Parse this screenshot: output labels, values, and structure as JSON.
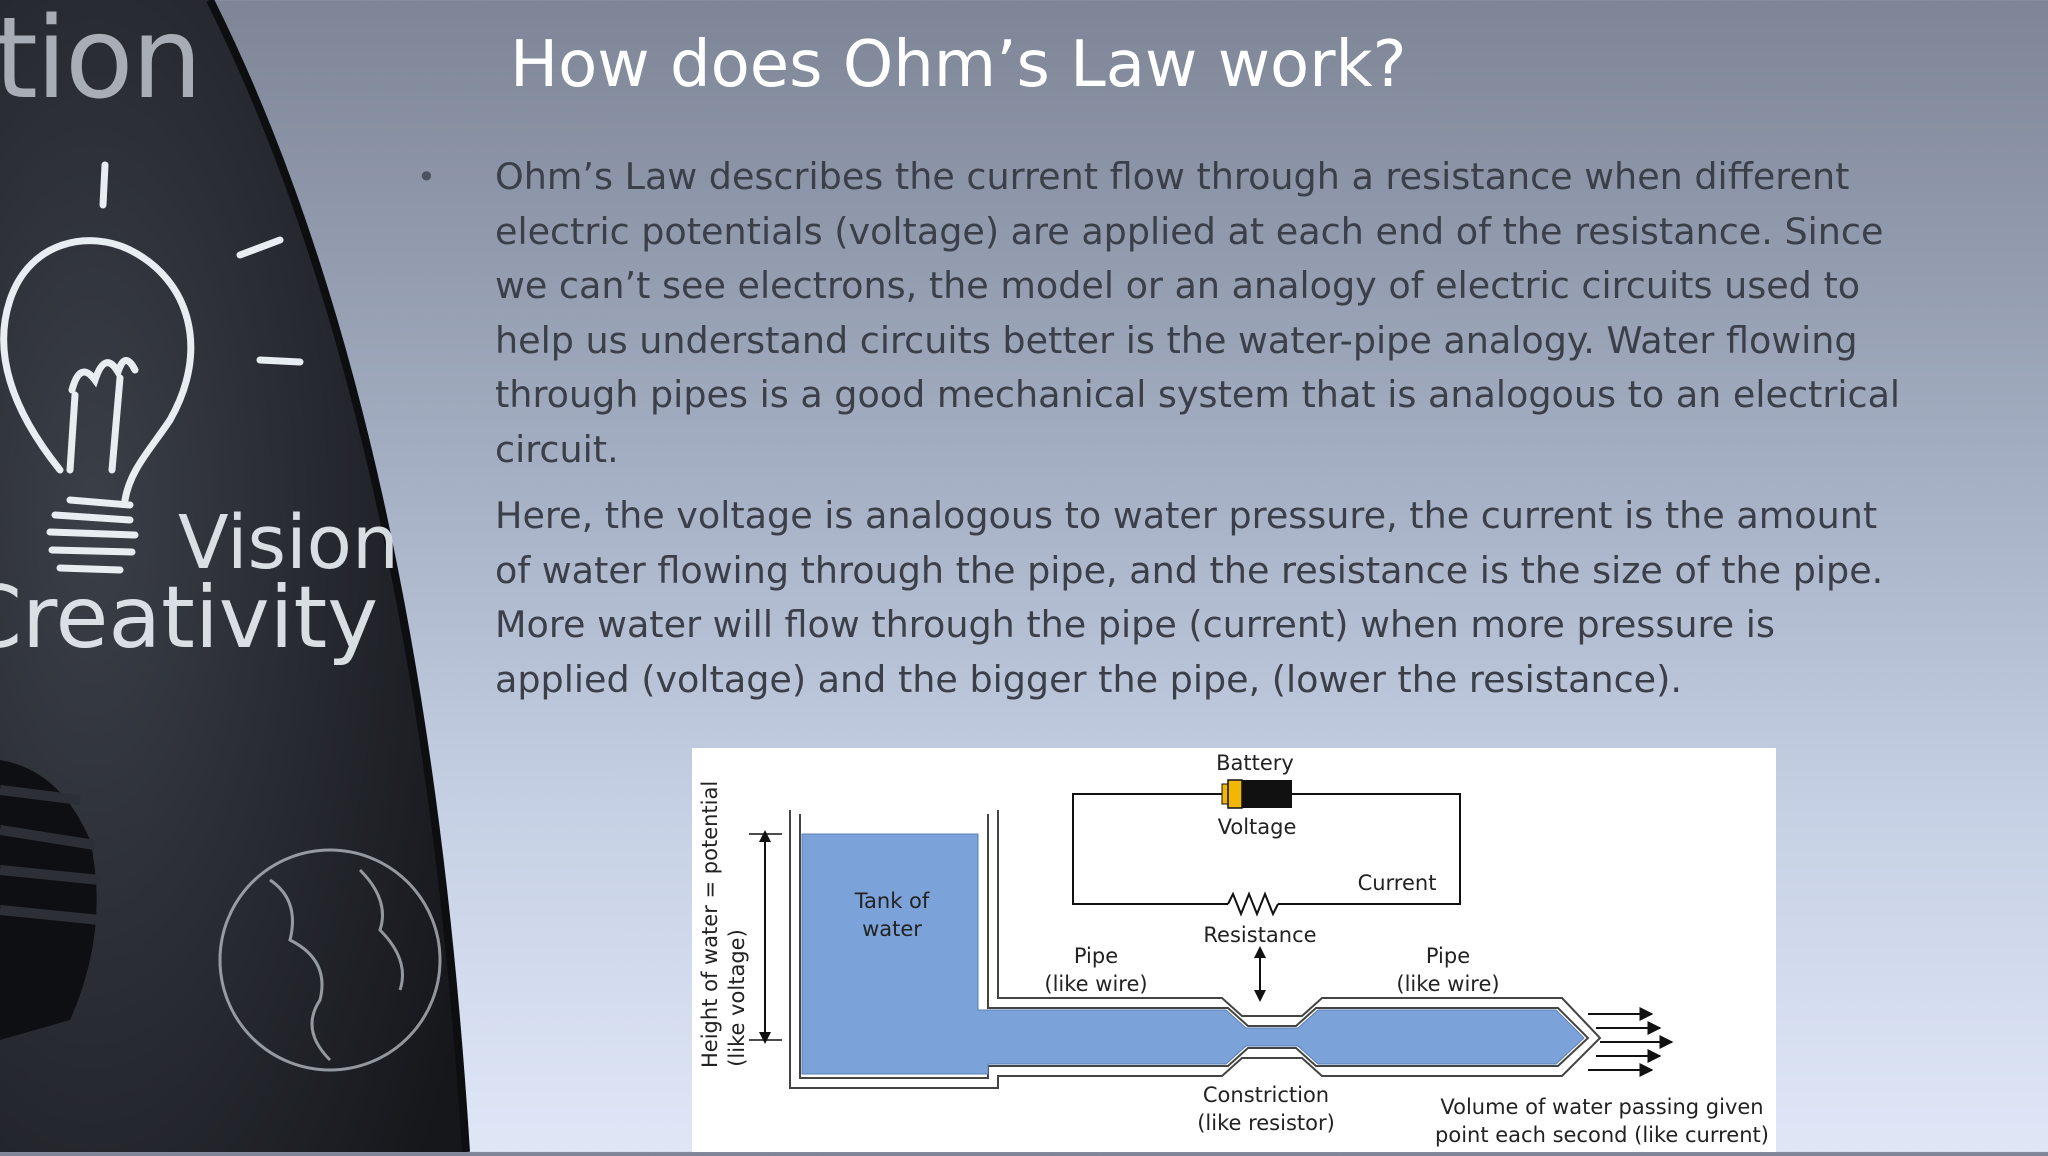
{
  "slide": {
    "title": "How does Ohm’s Law work?",
    "bullet_symbol": "•",
    "paragraph_1": " Ohm’s Law describes the current flow through a resistance when different electric potentials (voltage) are applied at each end of the resistance. Since we can’t see electrons, the model or an analogy of electric circuits used to help us understand circuits better is the water-pipe analogy. Water flowing through pipes is a good mechanical system that is analogous to an electrical circuit.",
    "paragraph_2": "Here, the voltage is analogous to water pressure, the current is the amount of water flowing through the pipe, and the resistance is the size of the pipe. More water will flow through the pipe (current) when more pressure is applied (voltage) and the bigger the pipe, (lower the resistance)."
  },
  "decoration": {
    "tion": "tion",
    "vision": "Vision",
    "creativity": "Creativity"
  },
  "diagram": {
    "height_label_1": "Height of water = potential",
    "height_label_2": "(like voltage)",
    "tank_label_1": "Tank of",
    "tank_label_2": "water",
    "battery_label": "Battery",
    "voltage_label": "Voltage",
    "current_label": "Current",
    "resistance_label": "Resistance",
    "pipe_left_1": "Pipe",
    "pipe_left_2": "(like wire)",
    "pipe_right_1": "Pipe",
    "pipe_right_2": "(like wire)",
    "constriction_1": "Constriction",
    "constriction_2": "(like resistor)",
    "volume_1": "Volume of water passing given",
    "volume_2": "point each second (like current)",
    "colors": {
      "water": "#7ca3d9",
      "battery_tip": "#f2b705",
      "battery_body": "#111111"
    }
  }
}
